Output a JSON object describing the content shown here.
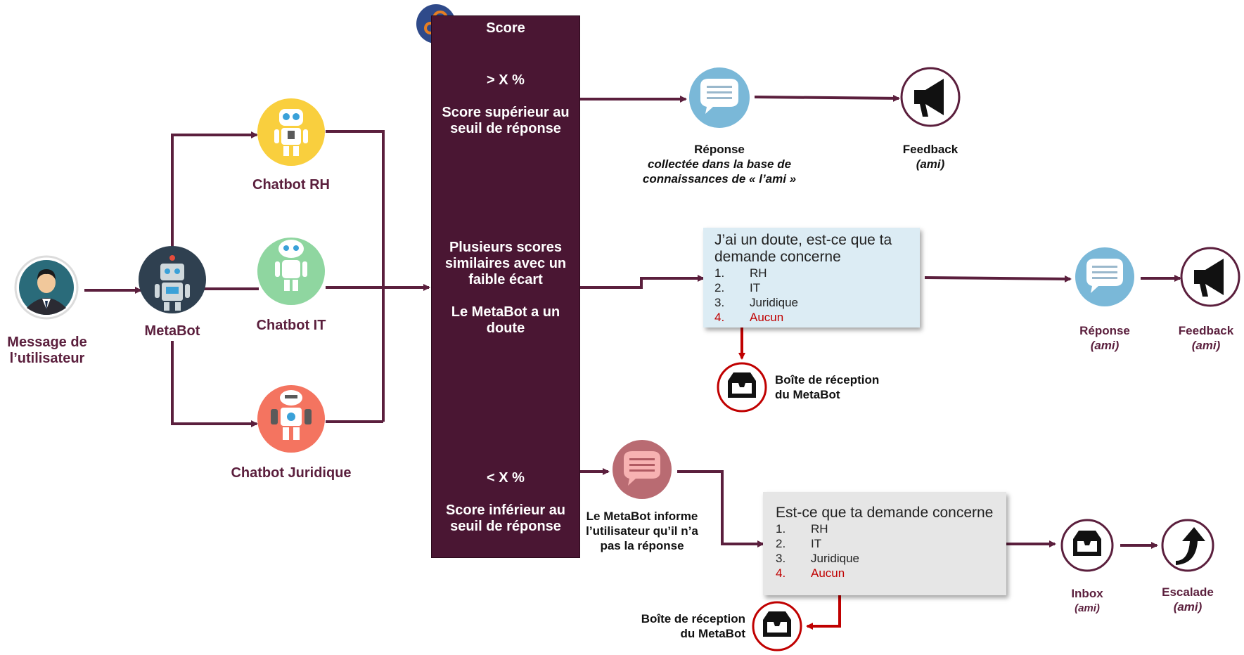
{
  "user": {
    "label_lines": [
      "Message de",
      "l’utilisateur"
    ]
  },
  "metabot": {
    "label": "MetaBot"
  },
  "chatbots": {
    "rh": "Chatbot RH",
    "it": "Chatbot IT",
    "juridique": "Chatbot Juridique"
  },
  "score_box": {
    "title": "Score",
    "high": {
      "threshold": "> X %",
      "lines": [
        "Score supérieur au",
        "seuil de réponse"
      ]
    },
    "mid": {
      "lines": [
        "Plusieurs scores",
        "similaires avec un",
        "faible écart"
      ],
      "lines2": [
        "Le MetaBot a un",
        "doute"
      ]
    },
    "low": {
      "threshold": "< X %",
      "lines": [
        "Score inférieur au",
        "seuil de réponse"
      ]
    }
  },
  "top_flow": {
    "response": {
      "title": "Réponse",
      "lines": [
        "collectée dans la base de",
        "connaissances de « l’ami »"
      ]
    },
    "feedback": {
      "title": "Feedback",
      "sub": "(ami)"
    }
  },
  "doubt_box": {
    "title_lines": [
      "J’ai un doute, est-ce que ta",
      "demande concerne"
    ],
    "items": [
      {
        "n": "1.",
        "t": "RH"
      },
      {
        "n": "2.",
        "t": "IT"
      },
      {
        "n": "3.",
        "t": "Juridique"
      },
      {
        "n": "4.",
        "t": "Aucun"
      }
    ]
  },
  "mid_flow": {
    "inbox": {
      "lines": [
        "Boîte de réception",
        "du MetaBot"
      ]
    },
    "response": {
      "title": "Réponse",
      "sub": "(ami)"
    },
    "feedback": {
      "title": "Feedback",
      "sub": "(ami)"
    }
  },
  "low_flow": {
    "inform": {
      "lines": [
        "Le MetaBot informe",
        "l’utilisateur qu’il n’a",
        "pas la réponse"
      ]
    },
    "box": {
      "title": "Est-ce que ta demande concerne",
      "items": [
        {
          "n": "1.",
          "t": "RH"
        },
        {
          "n": "2.",
          "t": "IT"
        },
        {
          "n": "3.",
          "t": "Juridique"
        },
        {
          "n": "4.",
          "t": "Aucun"
        }
      ]
    },
    "inbox_metabot": {
      "lines": [
        "Boîte de réception",
        "du MetaBot"
      ]
    },
    "inbox": {
      "title": "Inbox",
      "sub": "(ami)"
    },
    "escalade": {
      "title": "Escalade",
      "sub": "(ami)"
    }
  },
  "colors": {
    "arrow": "#5b1f3d",
    "red": "#c00000",
    "box": "#4a1633",
    "doubt_bg": "#dcecf4",
    "low_bg": "#e6e6e6"
  }
}
